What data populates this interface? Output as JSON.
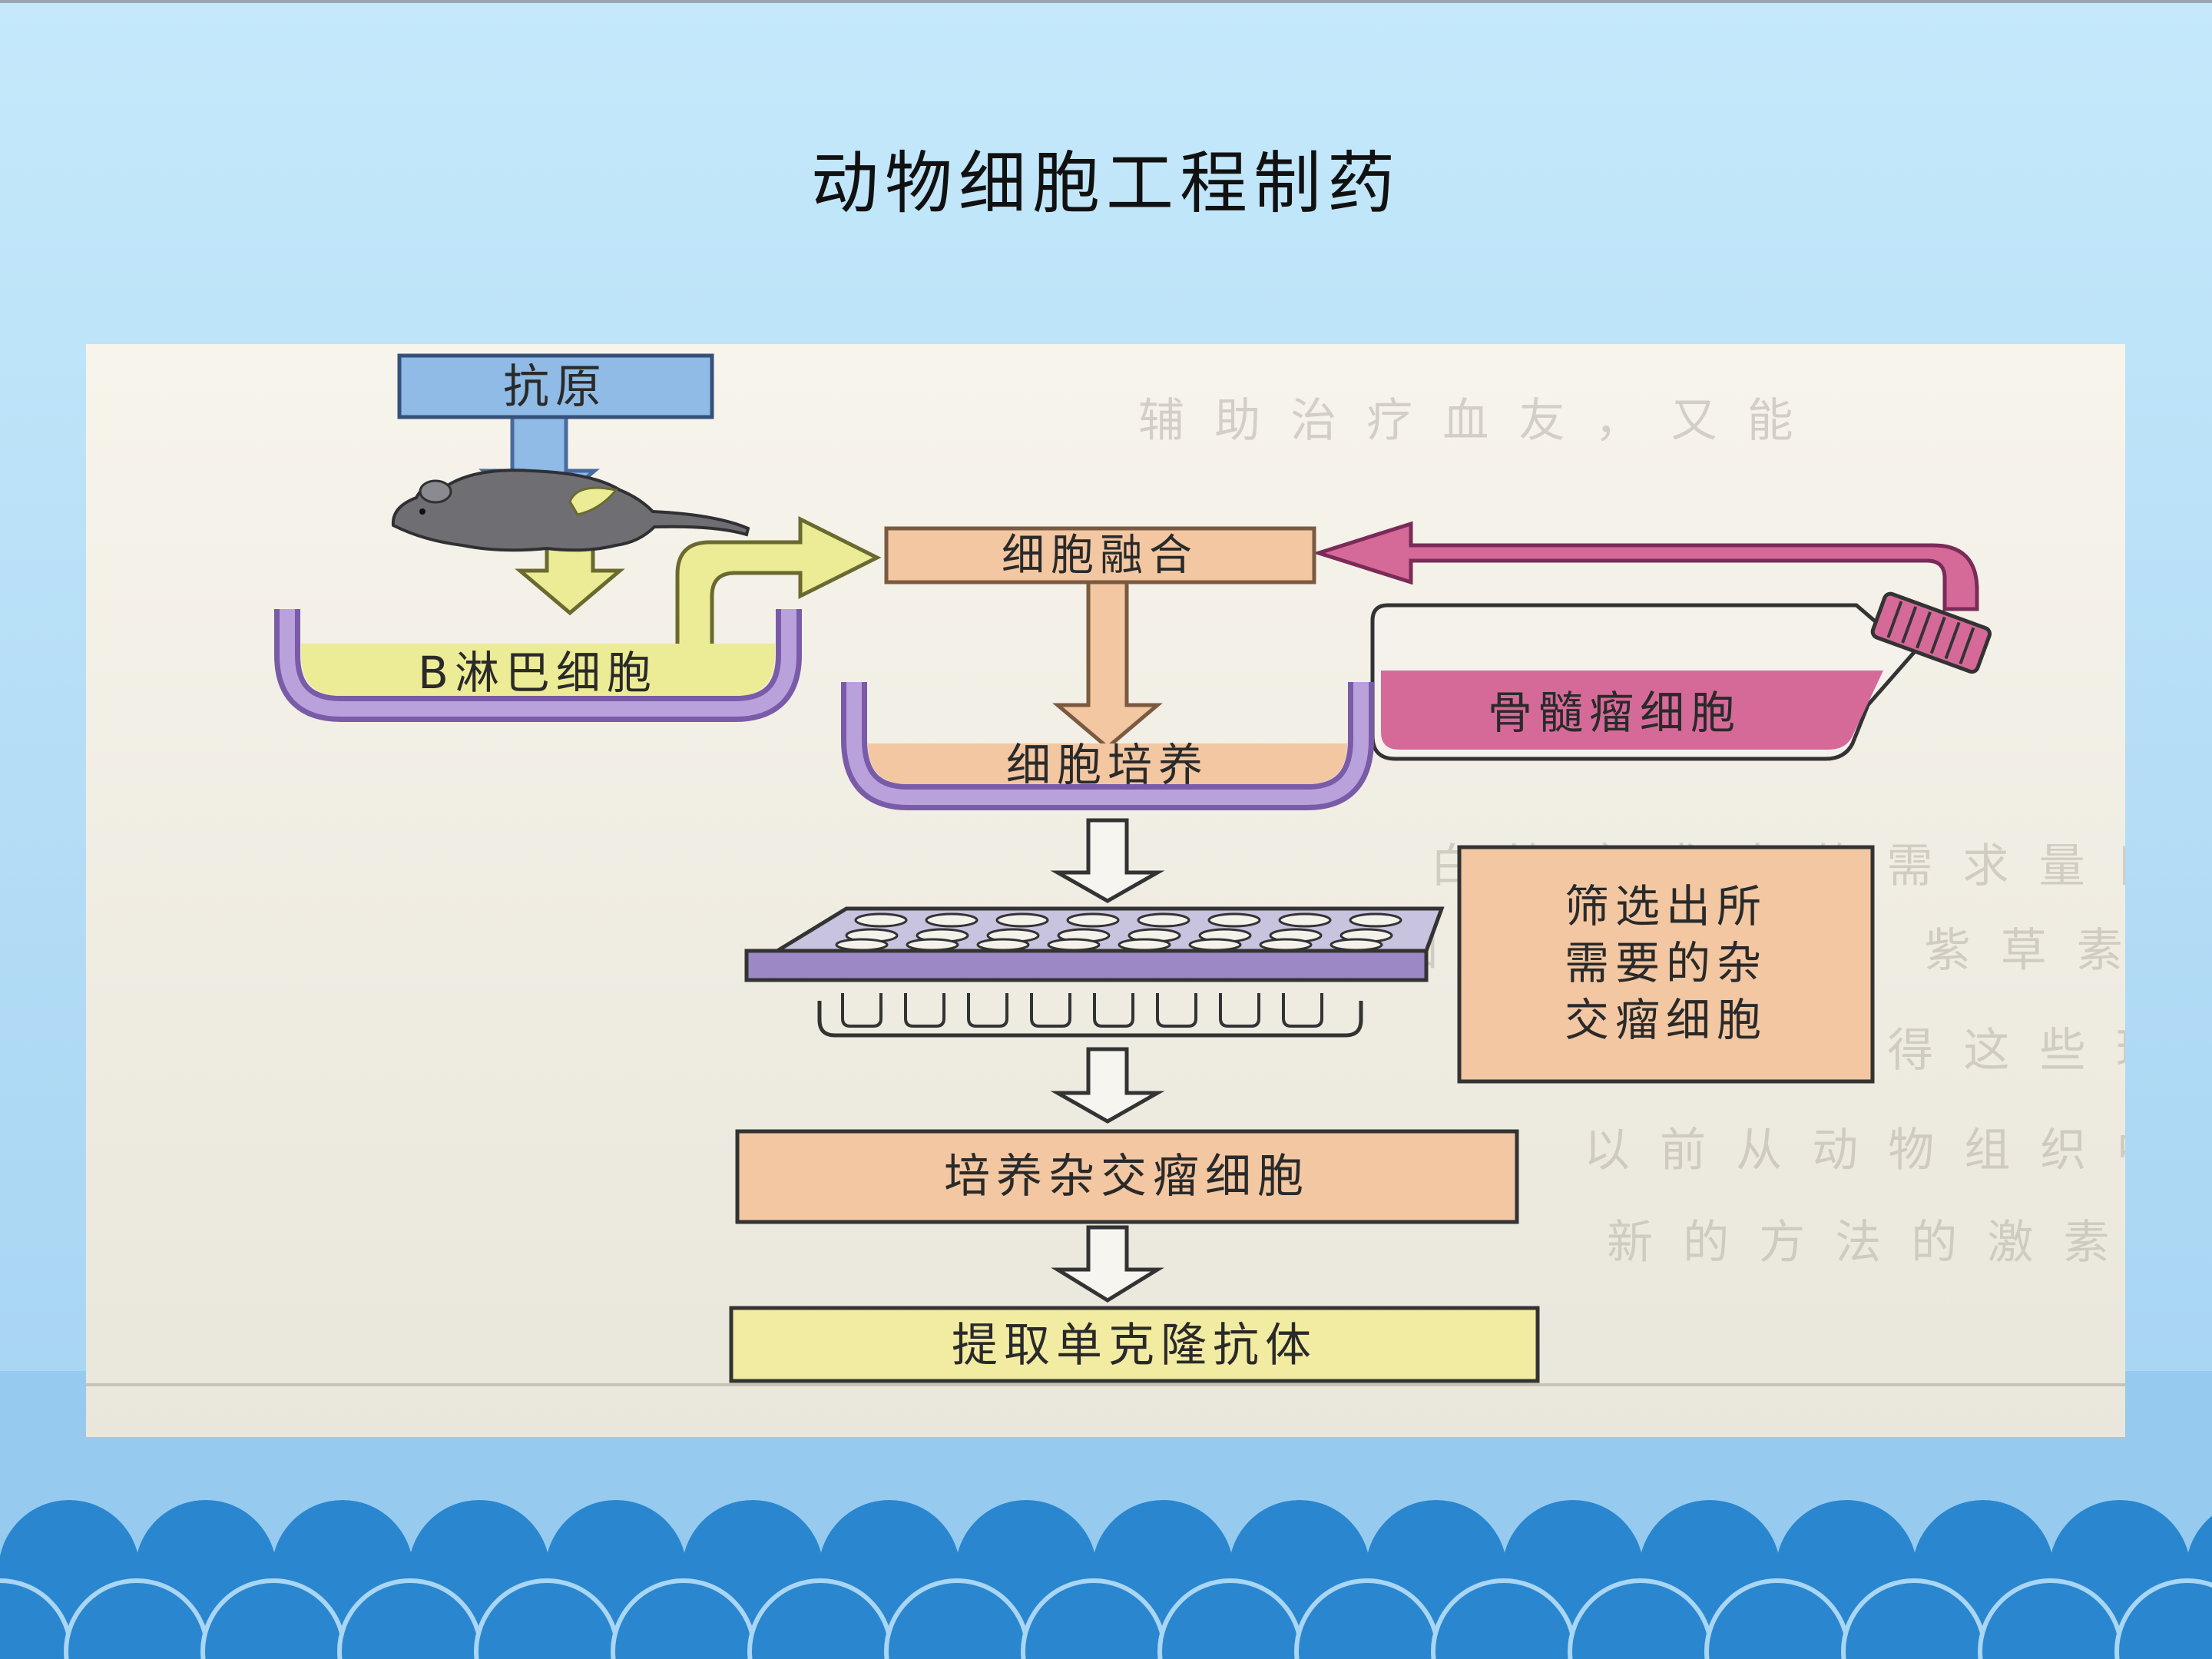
{
  "slide": {
    "title": "动物细胞工程制药"
  },
  "diagram": {
    "nodes": {
      "antigen": "抗原",
      "b_cell": "B淋巴细胞",
      "fusion": "细胞融合",
      "myeloma": "骨髓瘤细胞",
      "culture": "细胞培养",
      "screen_line1": "筛选出所",
      "screen_line2": "需要的杂",
      "screen_line3": "交瘤细胞",
      "hybridoma": "培养杂交瘤细胞",
      "extract": "提取单克隆抗体"
    }
  },
  "colors": {
    "slide_bg": "#bfe6fa",
    "figure_bg": "#f2efe6",
    "antigen_box": "#8fbbe6",
    "b_cell_fill": "#ecec96",
    "fusion_box": "#f2c7a2",
    "myeloma_fill": "#d56a99",
    "plate_top": "#c8c4df",
    "plate_side": "#9c88c4",
    "extract_box": "#f2eca2",
    "wave_blue": "#2a86cf"
  }
}
